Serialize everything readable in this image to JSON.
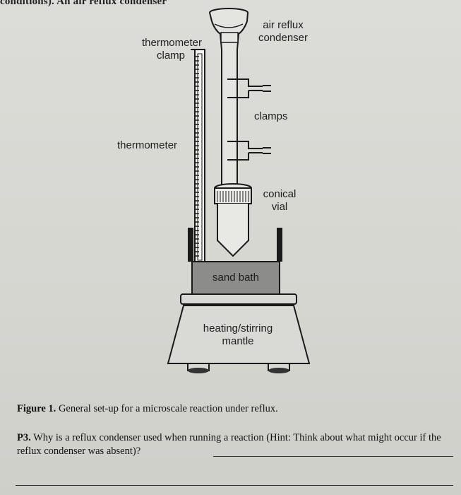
{
  "top_fragment": "conditions). An air reflux condenser",
  "figure": {
    "labels": {
      "thermometer_clamp_l1": "thermometer",
      "thermometer_clamp_l2": "clamp",
      "air_reflux_l1": "air reflux",
      "air_reflux_l2": "condenser",
      "clamps": "clamps",
      "thermometer": "thermometer",
      "conical_l1": "conical",
      "conical_l2": "vial",
      "sand_bath": "sand bath",
      "heating_l1": "heating/stirring",
      "heating_l2": "mantle"
    },
    "colors": {
      "outline": "#1a1a1a",
      "sand_bath_fill": "#8c8c8a",
      "mantle_fill": "#d9d9d5",
      "tube_fill": "#e4e4e0"
    }
  },
  "caption": {
    "label": "Figure 1.",
    "text": " General set-up for a microscale reaction under reflux."
  },
  "question": {
    "label": "P3.",
    "text": " Why is a reflux condenser used when running a reaction (Hint: Think about what might occur if the reflux condenser was absent)?"
  }
}
